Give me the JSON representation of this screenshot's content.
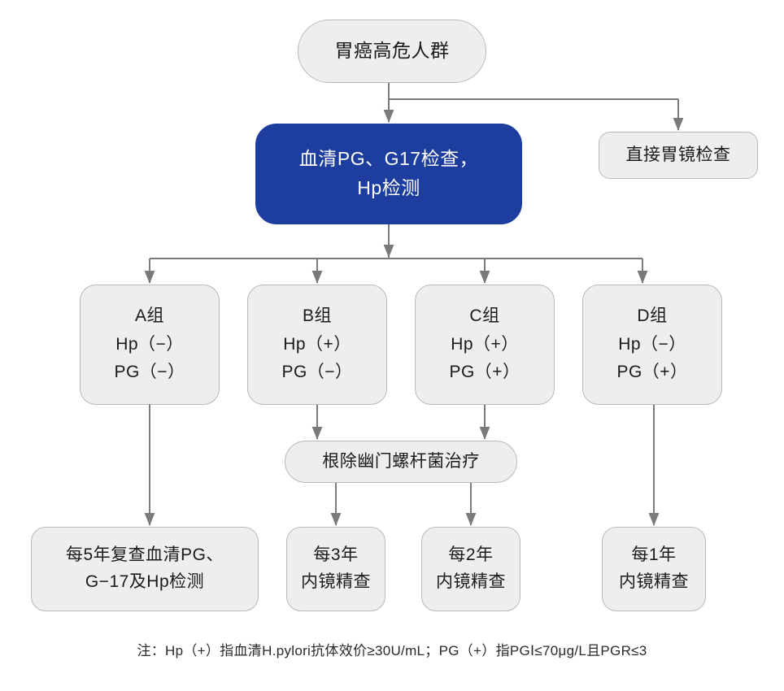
{
  "diagram": {
    "title_node": "胃癌高危人群",
    "primary_node": {
      "line1": "血清PG、G17检查，",
      "line2": "Hp检测",
      "color": "#1d3e9e"
    },
    "direct_node": "直接胃镜检查",
    "groups": [
      {
        "name": "A组",
        "hp": "Hp（−）",
        "pg": "PG（−）"
      },
      {
        "name": "B组",
        "hp": "Hp（+）",
        "pg": "PG（−）"
      },
      {
        "name": "C组",
        "hp": "Hp（+）",
        "pg": "PG（+）"
      },
      {
        "name": "D组",
        "hp": "Hp（−）",
        "pg": "PG（+）"
      }
    ],
    "treatment_node": "根除幽门螺杆菌治疗",
    "outcomes": [
      {
        "line1": "每5年复查血清PG、",
        "line2": "G−17及Hp检测"
      },
      {
        "line1": "每3年",
        "line2": "内镜精查"
      },
      {
        "line1": "每2年",
        "line2": "内镜精查"
      },
      {
        "line1": "每1年",
        "line2": "内镜精查"
      }
    ],
    "footnote": "注：Hp（+）指血清H.pylori抗体效价≥30U/mL；PG（+）指PGⅠ≤70μg/L且PGR≤3",
    "node_fill": "#eeeeee",
    "node_border": "#b9b9b9",
    "edge_color": "#7a7a7a"
  }
}
